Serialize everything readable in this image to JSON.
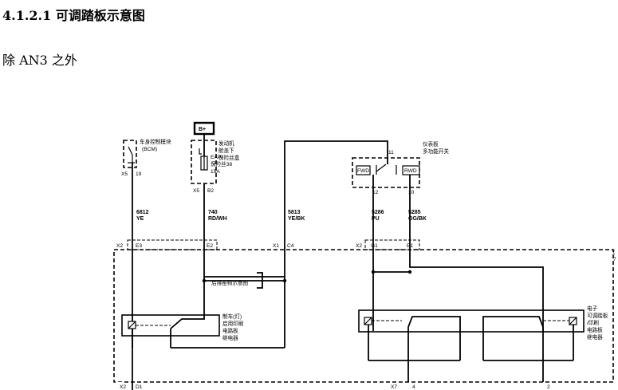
{
  "header": {
    "title": "4.1.2.1 可调踏板示意图",
    "subtitle": "除 AN3 之外"
  },
  "diagram": {
    "power": "B+",
    "bcm": {
      "line1": "车身控制模块",
      "line2": "(BCM)",
      "conn": "X5",
      "pin": "19"
    },
    "fuse_box": {
      "line1": "发动机",
      "line2": "舱盖下",
      "line3": "保险丝盒",
      "fuse_id": "EAP",
      "fuse_name": "保险丝38",
      "fuse_rating": "15A",
      "conn": "X5",
      "pin": "B2"
    },
    "switch": {
      "line1": "仪表板",
      "line2": "多功能开关",
      "fwd": "FWD",
      "rwd": "RWD",
      "pin_top": "11",
      "pin_left": "12",
      "pin_right": "10"
    },
    "wires": [
      {
        "circuit": "6812",
        "color": "YE"
      },
      {
        "circuit": "740",
        "color": "RD/WH"
      },
      {
        "circuit": "5813",
        "color": "YE/BK"
      },
      {
        "circuit": "5286",
        "color": "PU"
      },
      {
        "circuit": "5285",
        "color": "OG/BK"
      }
    ],
    "module_conns": [
      {
        "conn": "X2",
        "pin": "E3"
      },
      {
        "pin": "E2"
      },
      {
        "conn": "X1",
        "pin": "C4"
      },
      {
        "conn": "X2",
        "pin": "G1"
      },
      {
        "pin": "E1"
      }
    ],
    "rear_seat_ref": "后排座椅示意图",
    "brake_relay": {
      "line1": "制车(灯)",
      "line2": "启用印刷",
      "line3": "电路板",
      "line4": "继电器"
    },
    "pedal_relay": {
      "line1": "电子",
      "line2": "可调踏板",
      "line3": "/印刷",
      "line4": "电路板",
      "line5": "继电器"
    },
    "bottom_conns": [
      {
        "conn": "X2",
        "pin": "D1"
      },
      {
        "conn": "X7",
        "pin": "4"
      },
      {
        "pin": "2"
      }
    ],
    "edge_marks": [
      "(",
      "7"
    ]
  }
}
